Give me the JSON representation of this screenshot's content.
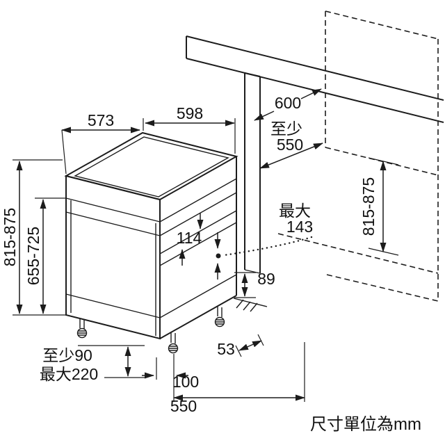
{
  "unit_note": "尺寸單位為mm",
  "dims": {
    "depth_top": "573",
    "width_top": "598",
    "niche_depth": "600",
    "niche_min_prefix": "至少",
    "niche_min_value": "550",
    "height_left": "815-875",
    "door_height": "655-725",
    "height_right": "815-875",
    "max_prefix": "最大",
    "max_value": "143",
    "panel_gap": "114",
    "rear_gap": "89",
    "foot_offset": "53",
    "plinth_min": "至少90",
    "plinth_max": "最大220",
    "foot_depth": "100",
    "base_depth": "550"
  }
}
